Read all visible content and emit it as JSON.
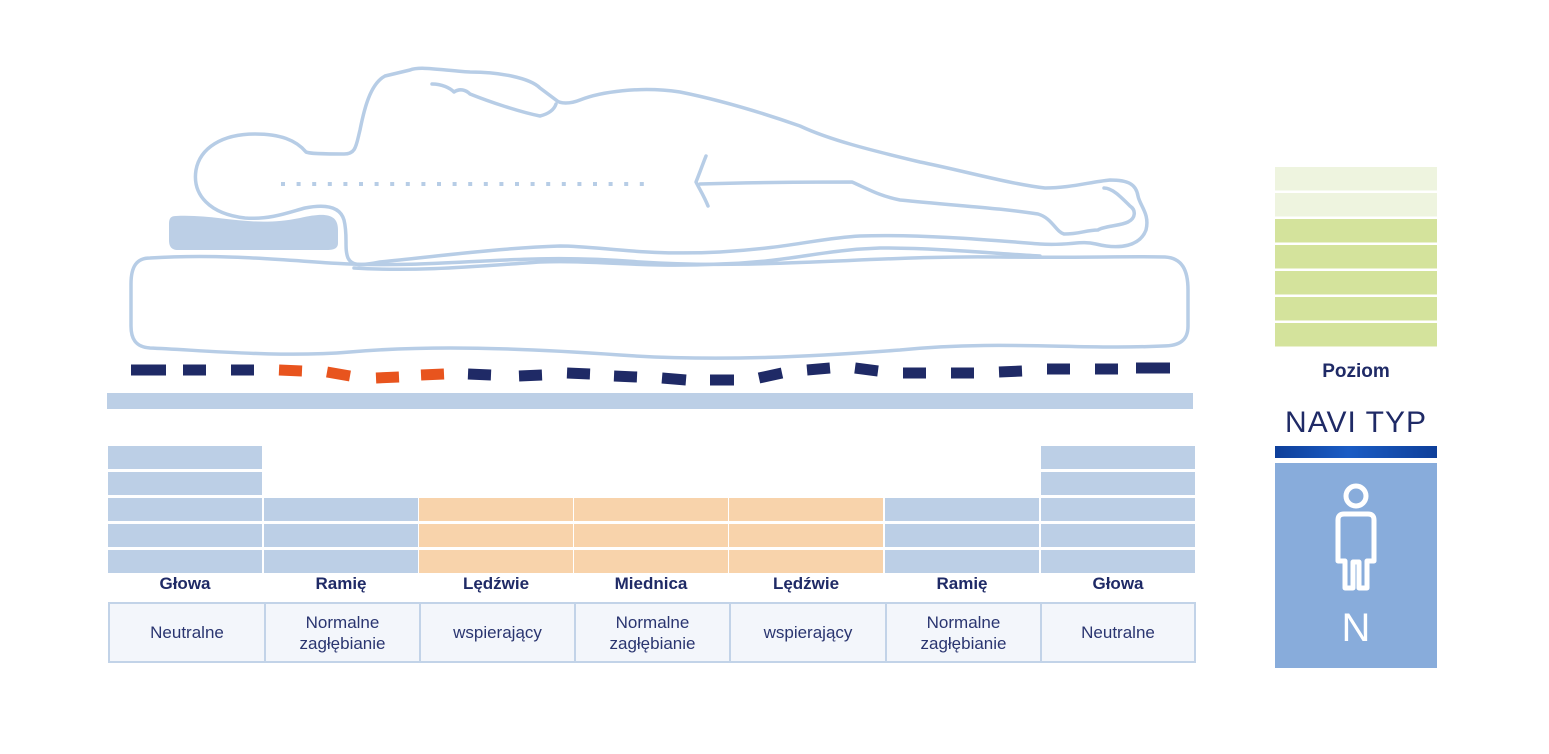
{
  "colors": {
    "outline": "#b7cde6",
    "pillow": "#bccfe6",
    "dash_dark": "#1f2a66",
    "dash_orange": "#e8541e",
    "zone_blue": "#bccfe6",
    "zone_orange": "#f8d3ab",
    "level_light": "#eef4df",
    "level_green": "#d4e39c",
    "navi_box": "#88acdb",
    "text_dark": "#1f2a66"
  },
  "zones": [
    {
      "label": "Głowa",
      "description": "Neutralne",
      "levels": 5,
      "color": "blue"
    },
    {
      "label": "Ramię",
      "description": "Normalne zagłębianie",
      "levels": 3,
      "color": "blue"
    },
    {
      "label": "Lędźwie",
      "description": "wspierający",
      "levels": 3,
      "color": "orange"
    },
    {
      "label": "Miednica",
      "description": "Normalne zagłębianie",
      "levels": 3,
      "color": "orange"
    },
    {
      "label": "Lędźwie",
      "description": "wspierający",
      "levels": 3,
      "color": "orange"
    },
    {
      "label": "Ramię",
      "description": "Normalne zagłębianie",
      "levels": 3,
      "color": "blue"
    },
    {
      "label": "Głowa",
      "description": "Neutralne",
      "levels": 5,
      "color": "blue"
    }
  ],
  "level_scale": {
    "label": "Poziom",
    "total": 7,
    "filled": 5
  },
  "navi": {
    "title": "NAVI TYP",
    "letter": "N",
    "icon": "person-icon"
  },
  "icons": {
    "sleeper": "sleeping-person-illustration",
    "mattress": "mattress-icon",
    "pillow": "pillow-icon",
    "spine": "spine-alignment-line"
  }
}
